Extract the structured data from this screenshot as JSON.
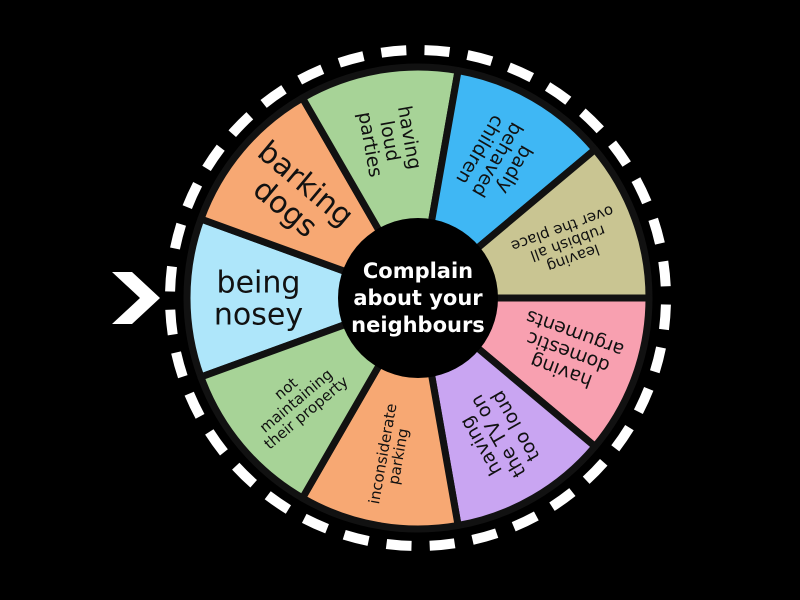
{
  "game": {
    "center_label_lines": [
      "Complain",
      "about your",
      "neighbours"
    ],
    "segments": [
      {
        "lines": [
          "being",
          "nosey"
        ],
        "color": "#aee6fa",
        "size": "large"
      },
      {
        "lines": [
          "barking",
          "dogs"
        ],
        "color": "#f7a873",
        "size": "large"
      },
      {
        "lines": [
          "having",
          "loud",
          "parties"
        ],
        "color": "#a7d397",
        "size": "medium"
      },
      {
        "lines": [
          "badly",
          "behaved",
          "children"
        ],
        "color": "#3fb7f4",
        "size": "medium"
      },
      {
        "lines": [
          "leaving",
          "rubbish all",
          "over the place"
        ],
        "color": "#c9c592",
        "size": "small"
      },
      {
        "lines": [
          "having",
          "domestic",
          "arguments"
        ],
        "color": "#f8a0b0",
        "size": "medium"
      },
      {
        "lines": [
          "having",
          "the TV on",
          "too loud"
        ],
        "color": "#c9a5f2",
        "size": "medium"
      },
      {
        "lines": [
          "inconsiderate",
          "parking"
        ],
        "color": "#f7a873",
        "size": "small"
      },
      {
        "lines": [
          "not",
          "maintaining",
          "their property"
        ],
        "color": "#a7d397",
        "size": "small"
      }
    ],
    "colors": {
      "background": "#000000",
      "divider": "#111111",
      "dash_ring": "#ffffff",
      "hub": "#000000",
      "pointer": "#ffffff"
    },
    "pointer_icon": "chevron-right-icon"
  }
}
